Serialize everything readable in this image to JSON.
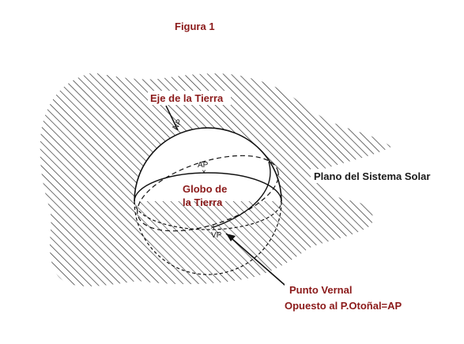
{
  "figure": {
    "title": "Figura 1",
    "labels": {
      "earth_axis": "Eje de la Tierra",
      "globe_line1": "Globo de",
      "globe_line2": "la Tierra",
      "solar_plane": "Plano del Sistema Solar",
      "vernal_line1": "Punto Vernal",
      "vernal_line2": "Opuesto al P.Otoñal=AP",
      "np": "NP",
      "ap": "AP",
      "vp": "VP"
    },
    "colors": {
      "label_red": "#8b1a1a",
      "ink": "#1a1a1a",
      "background": "#ffffff"
    }
  }
}
